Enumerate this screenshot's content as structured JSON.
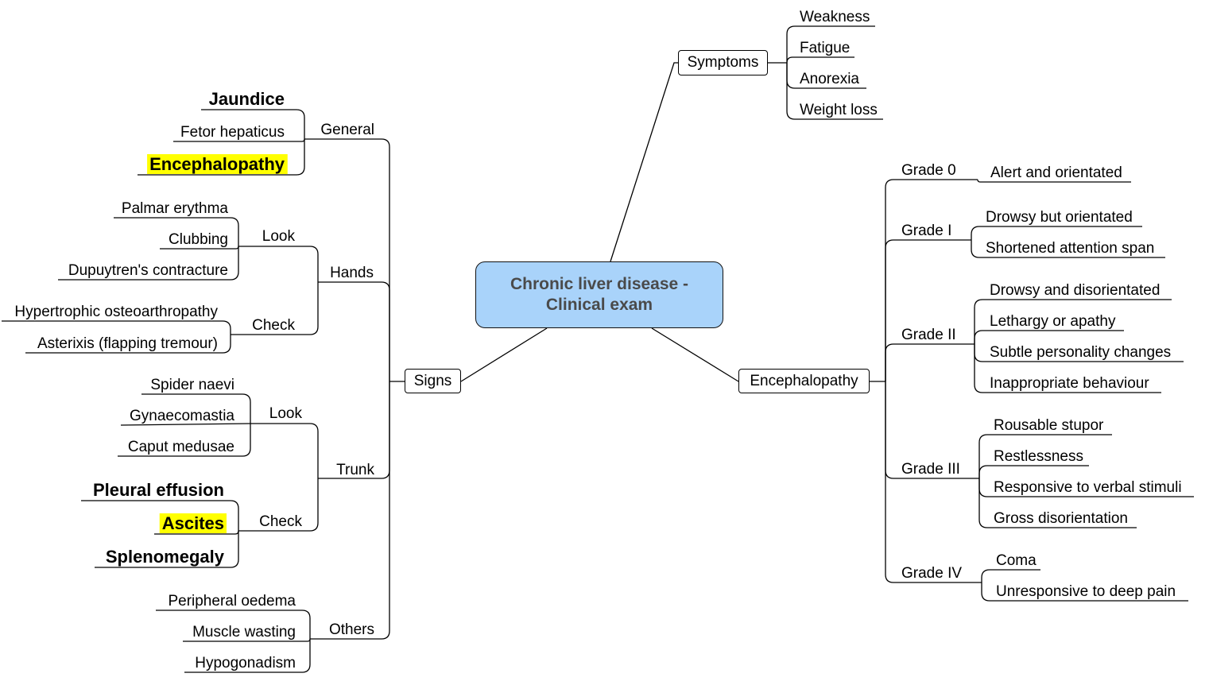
{
  "central": {
    "line1": "Chronic liver disease -",
    "line2": "Clinical exam"
  },
  "symptoms": {
    "label": "Symptoms",
    "items": [
      "Weakness",
      "Fatigue",
      "Anorexia",
      "Weight loss"
    ]
  },
  "signs": {
    "label": "Signs",
    "general": {
      "label": "General",
      "items": [
        {
          "text": "Jaundice",
          "bold": true,
          "highlight": ""
        },
        {
          "text": "Fetor hepaticus",
          "bold": false,
          "highlight": ""
        },
        {
          "text": "Encephalopathy",
          "bold": true,
          "highlight": "#ffff00"
        }
      ]
    },
    "hands": {
      "label": "Hands",
      "look": {
        "label": "Look",
        "items": [
          "Palmar erythma",
          "Clubbing",
          "Dupuytren's contracture"
        ]
      },
      "check": {
        "label": "Check",
        "items": [
          "Hypertrophic osteoarthropathy",
          "Asterixis (flapping tremour)"
        ]
      }
    },
    "trunk": {
      "label": "Trunk",
      "look": {
        "label": "Look",
        "items": [
          "Spider naevi",
          "Gynaecomastia",
          "Caput medusae"
        ]
      },
      "check": {
        "label": "Check",
        "items": [
          {
            "text": "Pleural effusion",
            "bold": true,
            "highlight": ""
          },
          {
            "text": "Ascites",
            "bold": true,
            "highlight": "#ffff00"
          },
          {
            "text": "Splenomegaly",
            "bold": true,
            "highlight": ""
          }
        ]
      }
    },
    "others": {
      "label": "Others",
      "items": [
        "Peripheral oedema",
        "Muscle wasting",
        "Hypogonadism"
      ]
    }
  },
  "encephalopathy": {
    "label": "Encephalopathy",
    "grades": [
      {
        "label": "Grade 0",
        "items": [
          "Alert and orientated"
        ]
      },
      {
        "label": "Grade I",
        "items": [
          "Drowsy but orientated",
          "Shortened attention span"
        ]
      },
      {
        "label": "Grade II",
        "items": [
          "Drowsy and disorientated",
          "Lethargy or apathy",
          "Subtle personality changes",
          "Inappropriate behaviour"
        ]
      },
      {
        "label": "Grade III",
        "items": [
          "Rousable stupor",
          "Restlessness",
          "Responsive to verbal stimuli",
          "Gross disorientation"
        ]
      },
      {
        "label": "Grade IV",
        "items": [
          "Coma",
          "Unresponsive to deep pain"
        ]
      }
    ]
  },
  "colors": {
    "central_fill": "#a9d3fa",
    "highlight": "#ffff00",
    "line": "#000000"
  }
}
